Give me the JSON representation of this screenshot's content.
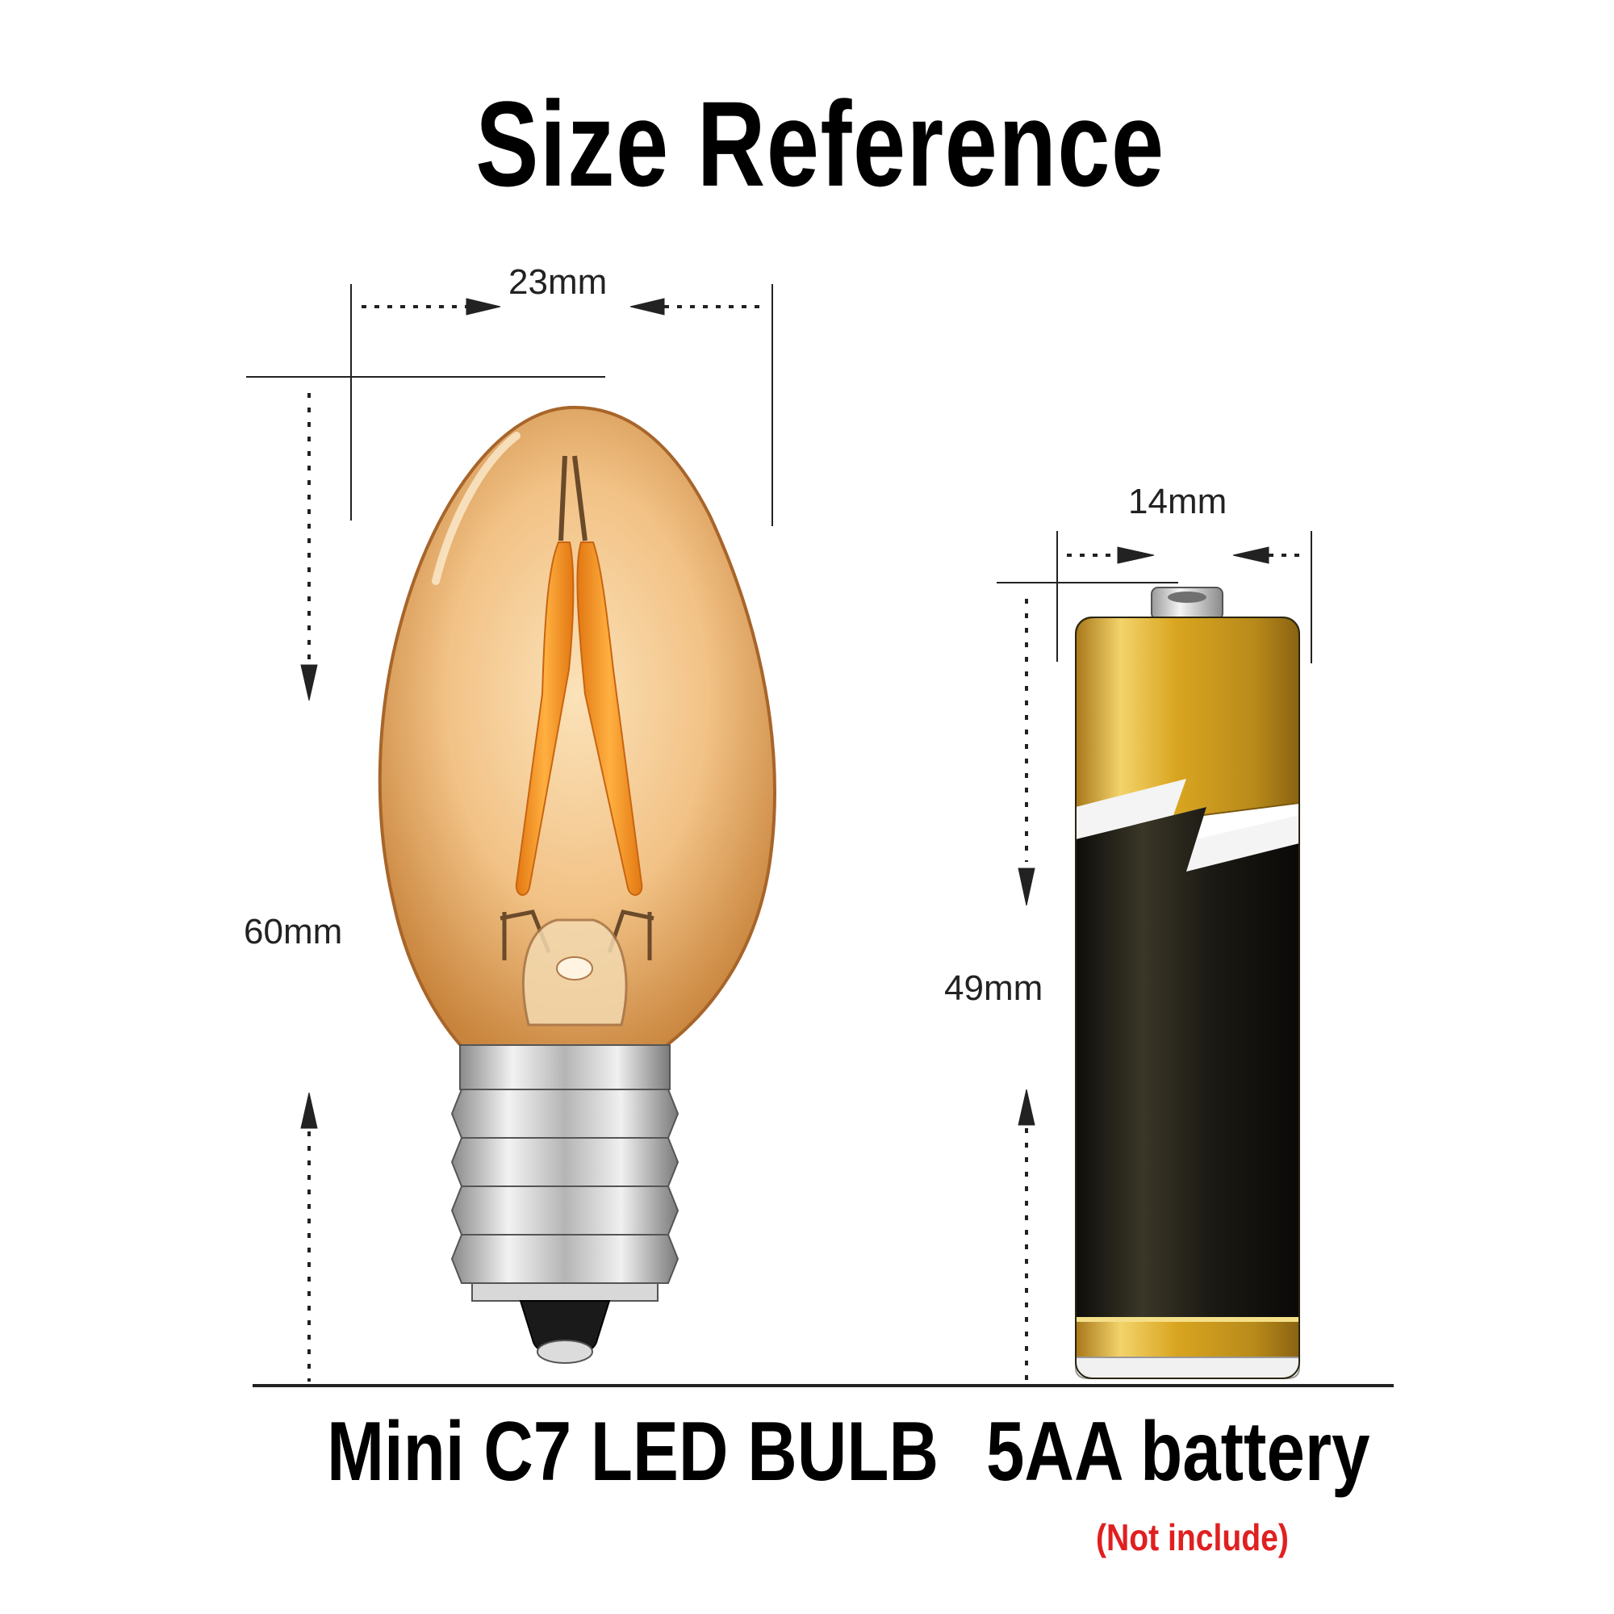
{
  "title": "Size Reference",
  "bulb": {
    "width_label": "23mm",
    "height_label": "60mm",
    "caption": "Mini C7 LED BULB"
  },
  "battery": {
    "width_label": "14mm",
    "height_label": "49mm",
    "caption": "5AA battery",
    "note": "(Not include)"
  },
  "colors": {
    "note": "#e02020",
    "filament": "#f08a1c",
    "glass": "#e6a85a",
    "battery_gold": "#d9a520",
    "battery_black": "#1c1a14"
  }
}
